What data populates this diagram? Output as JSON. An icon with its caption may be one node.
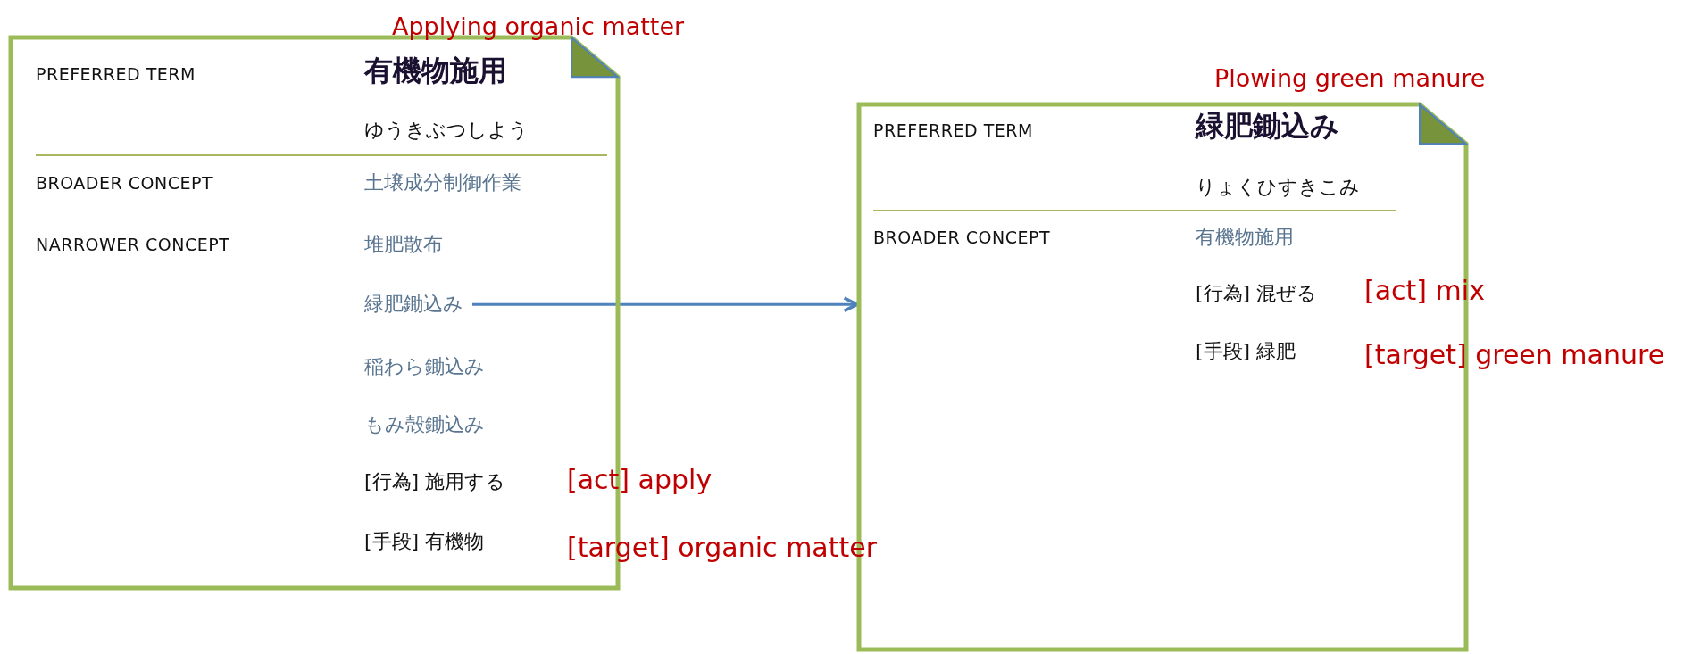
{
  "diagram": {
    "nodes": [
      {
        "text": [
          "Applying organic matter",
          "PREFERRED TERM",
          "有機物施用",
          "ゆうきぶつしよう",
          "BROADER CONCEPT",
          "土壌成分制御作業",
          "NARROWER CONCEPT",
          "堆肥散布",
          "稲わら鋤込み",
          "もみ殻鋤込み",
          "[行為] 施用する",
          "[手段] 有機物"
        ]
      },
      {
        "text": [
          "緑肥鋤込み"
        ],
        "in": 0
      },
      {
        "text": [
          "Plowing green manure",
          "PREFERRED TERM",
          "緑肥鋤込み",
          "りょくひすきこみ",
          "BROADER CONCEPT",
          "有機物施用",
          "[行為] 混ぜる",
          "[手段] 緑肥"
        ]
      }
    ],
    "edges": [
      {
        "from": 1,
        "to": 2,
        "arrow": "to"
      }
    ],
    "labels": [
      "[act] apply",
      "[target] organic matter",
      "[act] mix",
      "[target] green manure"
    ]
  }
}
